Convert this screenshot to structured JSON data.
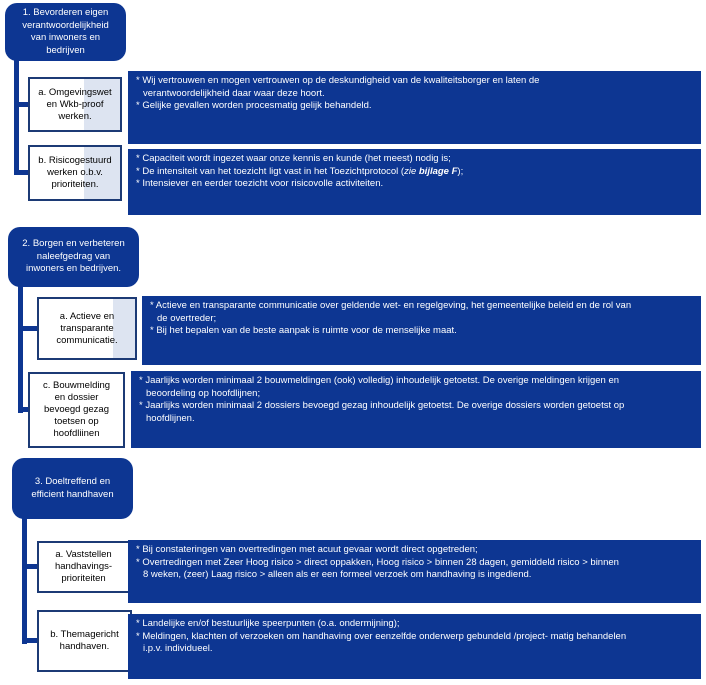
{
  "colors": {
    "box_blue": "#0d3692",
    "label_border": "#1c3a75",
    "label_shade": "#dde4f1",
    "text_on_blue": "#ffffff",
    "text_on_white": "#000000"
  },
  "sections": [
    {
      "title": "1. Bevorderen eigen\nverantwoordelijkheid\nvan inwoners en\nbedrijven",
      "rows": [
        {
          "label": "a. Omgevingswet\nen Wkb-proof\nwerken.",
          "bullets": [
            "* Wij vertrouwen en mogen vertrouwen op de deskundigheid van de kwaliteitsborger en laten de\nverantwoordelijkheid daar waar deze hoort.",
            "* Gelijke gevallen worden procesmatig gelijk behandeld."
          ]
        },
        {
          "label": "b. Risicogestuurd\nwerken o.b.v.\nprioriteiten.",
          "bullet_1": "* Capaciteit wordt ingezet waar onze kennis en kunde (het meest) nodig is;",
          "bullet_2": {
            "pre": "* De intensiteit van het toezicht ligt vast in het Toezichtprotocol (",
            "it": "zie ",
            "bi": "bijlage F",
            "post": ");"
          },
          "bullet_3": "* Intensiever en eerder toezicht voor risicovolle activiteiten."
        }
      ]
    },
    {
      "title": "2. Borgen en verbeteren\nnaleefgedrag van\ninwoners en bedrijven.",
      "rows": [
        {
          "label": "a. Actieve en\ntransparante\ncommunicatie.",
          "bullets": [
            "* Actieve en transparante communicatie over geldende wet- en regelgeving, het gemeentelijke beleid en de rol van\nde overtreder;",
            "* Bij het bepalen van de beste aanpak is ruimte voor de menselijke maat."
          ]
        },
        {
          "label": "c. Bouwmelding\nen dossier\nbevoegd gezag\ntoetsen op\nhoofdliinen",
          "bullets": [
            "* Jaarlijks worden minimaal 2 bouwmeldingen (ook) volledig) inhoudelijk getoetst. De overige meldingen krijgen en\nbeoordeling op hoofdlijnen;",
            "* Jaarlijks worden minimaal 2 dossiers bevoegd gezag inhoudelijk getoetst. De overige dossiers worden getoetst op\nhoofdlijnen."
          ]
        }
      ]
    },
    {
      "title": "3. Doeltreffend en\nefficient handhaven",
      "rows": [
        {
          "label": "a. Vaststellen\nhandhavings-\nprioriteiten",
          "bullets": [
            "* Bij constateringen van overtredingen met acuut gevaar wordt direct opgetreden;",
            "* Overtredingen met Zeer Hoog risico > direct oppakken, Hoog risico > binnen 28 dagen, gemiddeld risico > binnen\n8 weken, (zeer) Laag risico > alleen als er een formeel verzoek om handhaving is ingediend."
          ]
        },
        {
          "label": "b. Themagericht\nhandhaven.",
          "bullets": [
            "* Landelijke en/of bestuurlijke speerpunten (o.a. ondermijning);",
            "* Meldingen, klachten of verzoeken om handhaving over eenzelfde onderwerp gebundeld /project- matig behandelen\ni.p.v. individueel."
          ]
        }
      ]
    }
  ]
}
